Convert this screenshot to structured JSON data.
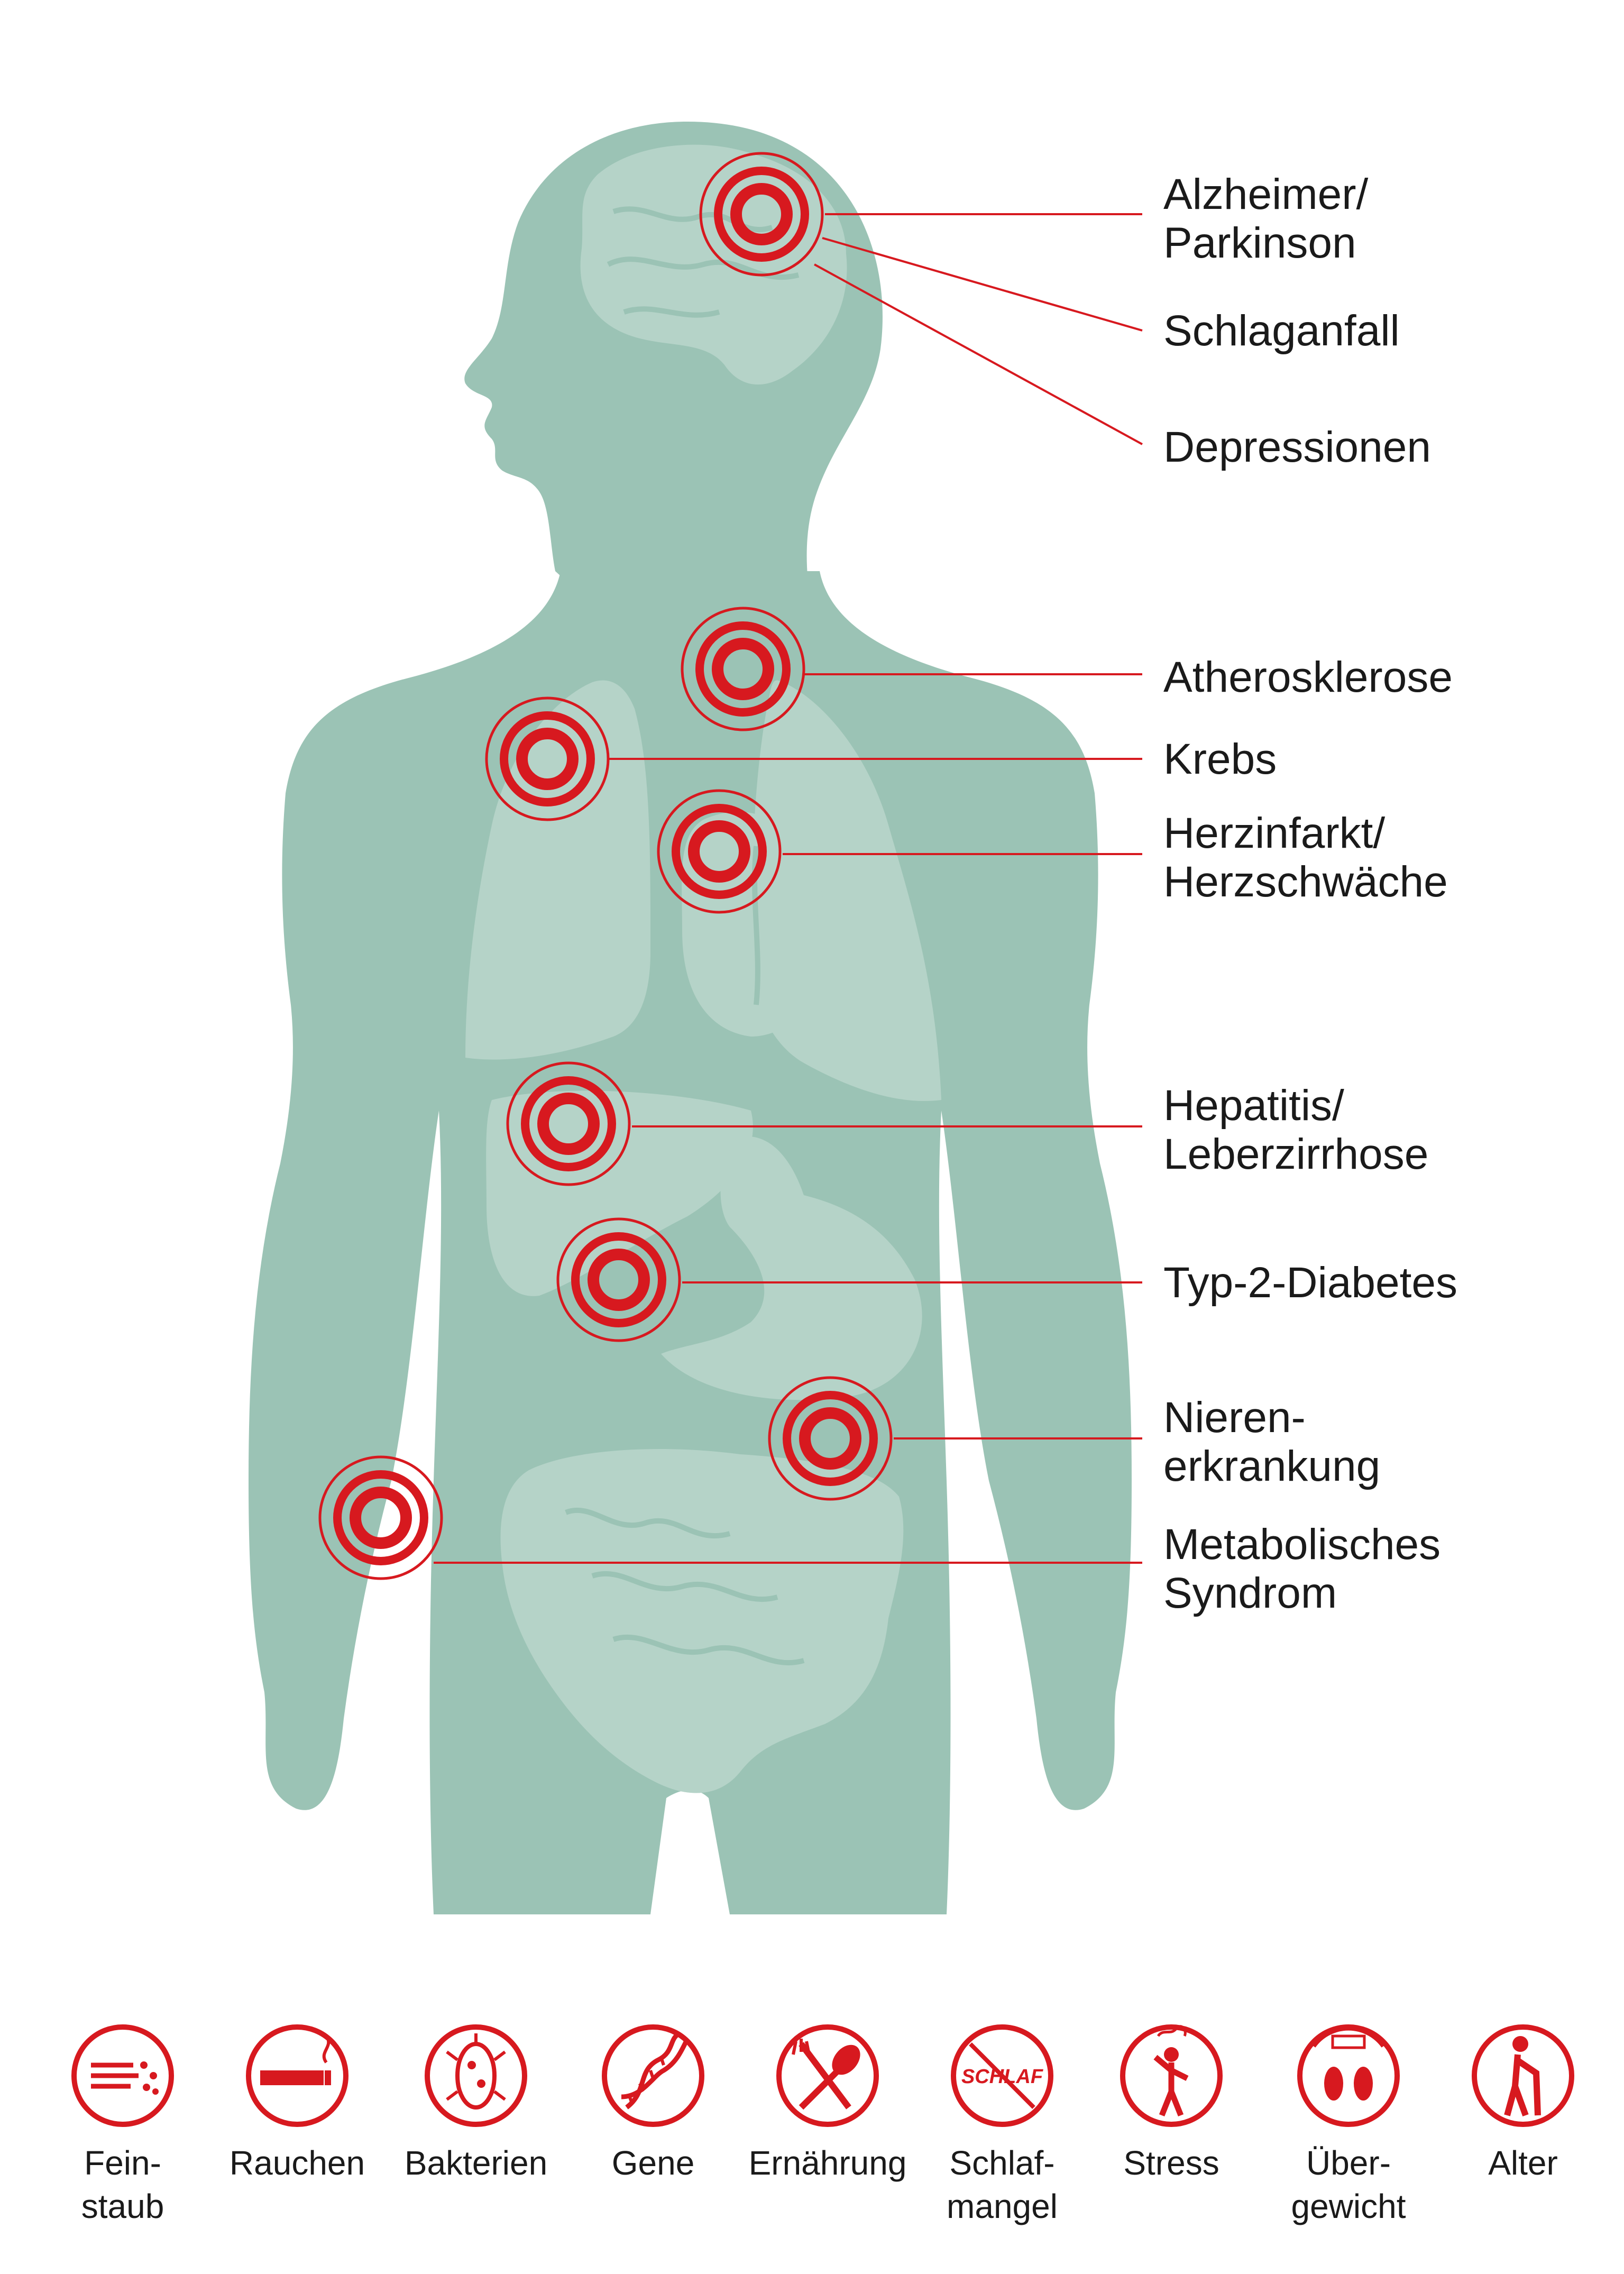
{
  "colors": {
    "body": "#9bc3b5",
    "organ": "#b5d3c8",
    "marker": "#d7191f",
    "text": "#1a1a1a"
  },
  "conditions": [
    {
      "id": "alzheimer",
      "lines": [
        "Alzheimer/",
        "Parkinson"
      ],
      "organ": "brain"
    },
    {
      "id": "schlaganfall",
      "lines": [
        "Schlaganfall"
      ],
      "organ": "brain"
    },
    {
      "id": "depressionen",
      "lines": [
        "Depressionen"
      ],
      "organ": "brain"
    },
    {
      "id": "atherosklerose",
      "lines": [
        "Atherosklerose"
      ],
      "organ": "aorta"
    },
    {
      "id": "krebs",
      "lines": [
        "Krebs"
      ],
      "organ": "lung"
    },
    {
      "id": "herzinfarkt",
      "lines": [
        "Herzinfarkt/",
        "Herzschwäche"
      ],
      "organ": "heart"
    },
    {
      "id": "hepatitis",
      "lines": [
        "Hepatitis/",
        "Leberzirrhose"
      ],
      "organ": "liver"
    },
    {
      "id": "diabetes",
      "lines": [
        "Typ-2-Diabetes"
      ],
      "organ": "pancreas"
    },
    {
      "id": "nieren",
      "lines": [
        "Nieren-",
        "erkrankung"
      ],
      "organ": "kidney"
    },
    {
      "id": "metabolisch",
      "lines": [
        "Metabolisches",
        "Syndrom"
      ],
      "organ": "abdomen"
    }
  ],
  "causes": [
    {
      "id": "feinstaub",
      "lines": [
        "Fein-",
        "staub"
      ],
      "icon": "fine-dust-icon"
    },
    {
      "id": "rauchen",
      "lines": [
        "Rauchen"
      ],
      "icon": "cigarette-icon"
    },
    {
      "id": "bakterien",
      "lines": [
        "Bakterien"
      ],
      "icon": "bacterium-icon"
    },
    {
      "id": "gene",
      "lines": [
        "Gene"
      ],
      "icon": "dna-icon"
    },
    {
      "id": "ernaehrung",
      "lines": [
        "Ernährung"
      ],
      "icon": "fork-spoon-icon"
    },
    {
      "id": "schlafmangel",
      "lines": [
        "Schlaf-",
        "mangel"
      ],
      "icon": "no-sleep-icon",
      "icon_text": "SCHLAF"
    },
    {
      "id": "stress",
      "lines": [
        "Stress"
      ],
      "icon": "stressed-person-icon"
    },
    {
      "id": "uebergewicht",
      "lines": [
        "Über-",
        "gewicht"
      ],
      "icon": "scale-icon"
    },
    {
      "id": "alter",
      "lines": [
        "Alter"
      ],
      "icon": "elderly-person-icon"
    }
  ]
}
